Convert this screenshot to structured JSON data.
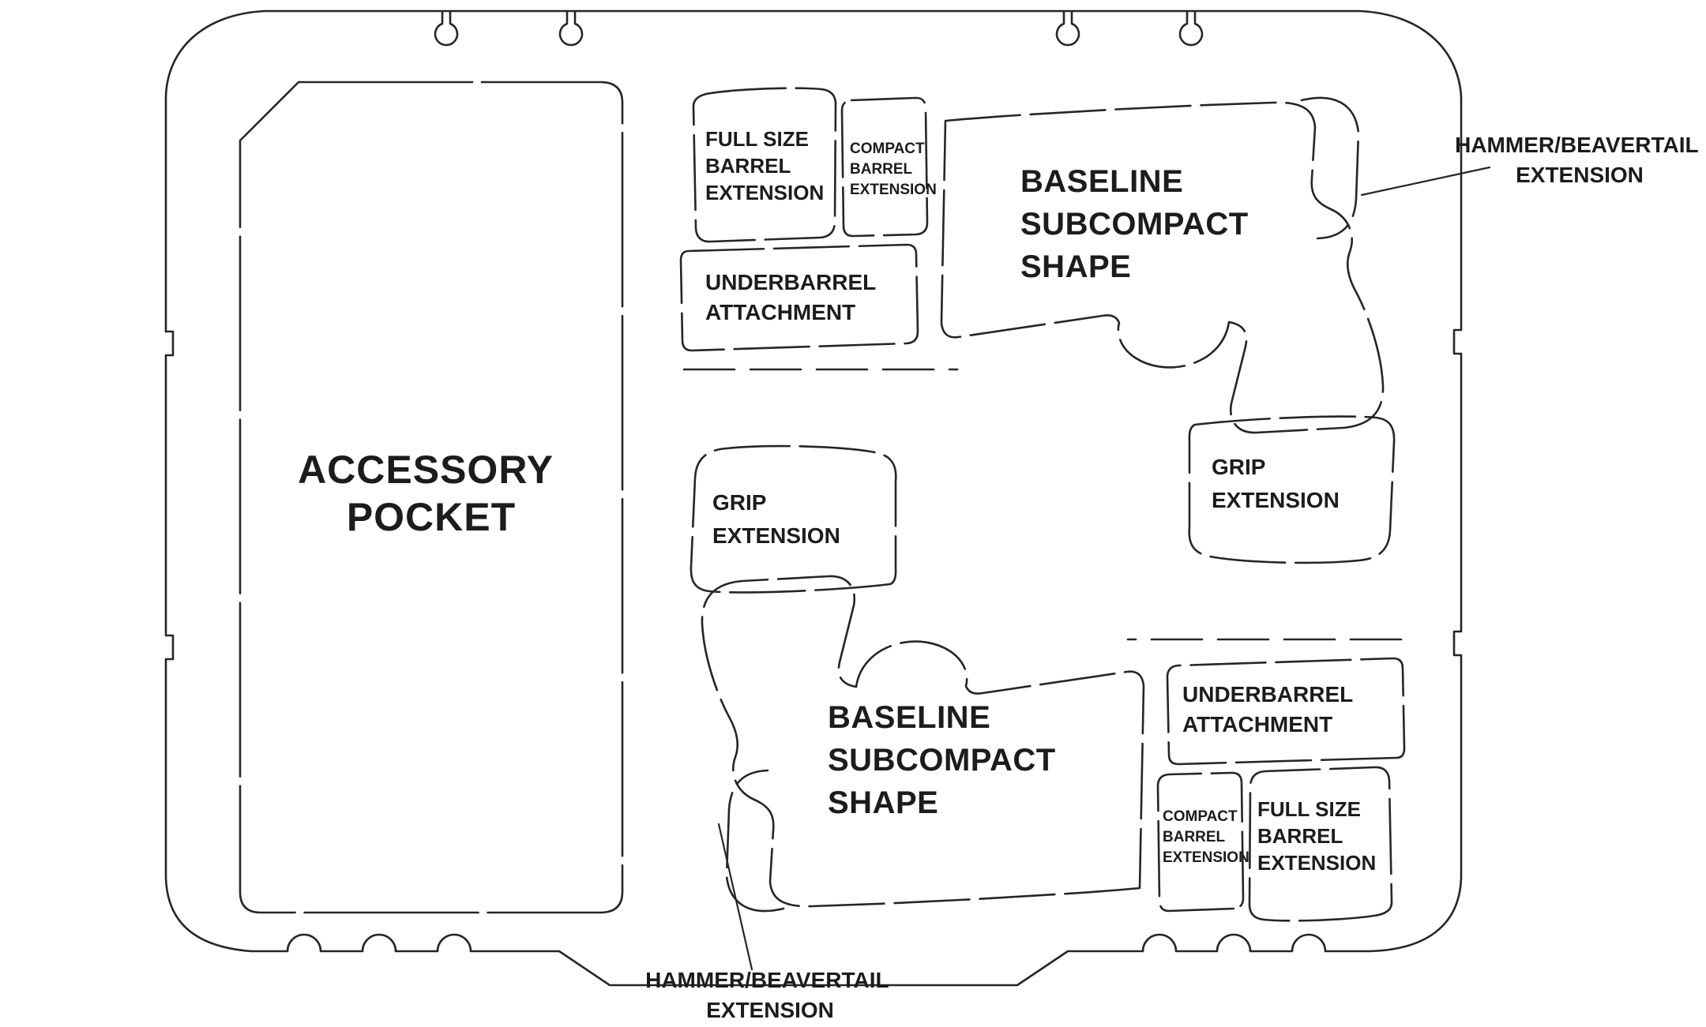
{
  "diagram": {
    "colors": {
      "line": "#262626",
      "text": "#1c1c1c",
      "background": "#ffffff"
    },
    "labels": {
      "accessory_pocket": {
        "lines": [
          "ACCESSORY",
          "POCKET"
        ]
      },
      "full_size_barrel_top": {
        "lines": [
          "FULL SIZE",
          "BARREL",
          "EXTENSION"
        ]
      },
      "compact_barrel_top": {
        "lines": [
          "COMPACT",
          "BARREL",
          "EXTENSION"
        ]
      },
      "baseline_subcompact_top": {
        "lines": [
          "BASELINE",
          "SUBCOMPACT",
          "SHAPE"
        ]
      },
      "hammer_beavertail_top": {
        "lines": [
          "HAMMER/BEAVERTAIL",
          "EXTENSION"
        ]
      },
      "underbarrel_top": {
        "lines": [
          "UNDERBARREL",
          "ATTACHMENT"
        ]
      },
      "grip_top": {
        "lines": [
          "GRIP",
          "EXTENSION"
        ]
      },
      "grip_bottom": {
        "lines": [
          "GRIP",
          "EXTENSION"
        ]
      },
      "baseline_subcompact_bottom": {
        "lines": [
          "BASELINE",
          "SUBCOMPACT",
          "SHAPE"
        ]
      },
      "underbarrel_bottom": {
        "lines": [
          "UNDERBARREL",
          "ATTACHMENT"
        ]
      },
      "compact_barrel_bottom": {
        "lines": [
          "COMPACT",
          "BARREL",
          "EXTENSION"
        ]
      },
      "full_size_barrel_bottom": {
        "lines": [
          "FULL SIZE",
          "BARREL",
          "EXTENSION"
        ]
      },
      "hammer_beavertail_bottom": {
        "lines": [
          "HAMMER/BEAVERTAIL",
          "EXTENSION"
        ]
      }
    }
  }
}
